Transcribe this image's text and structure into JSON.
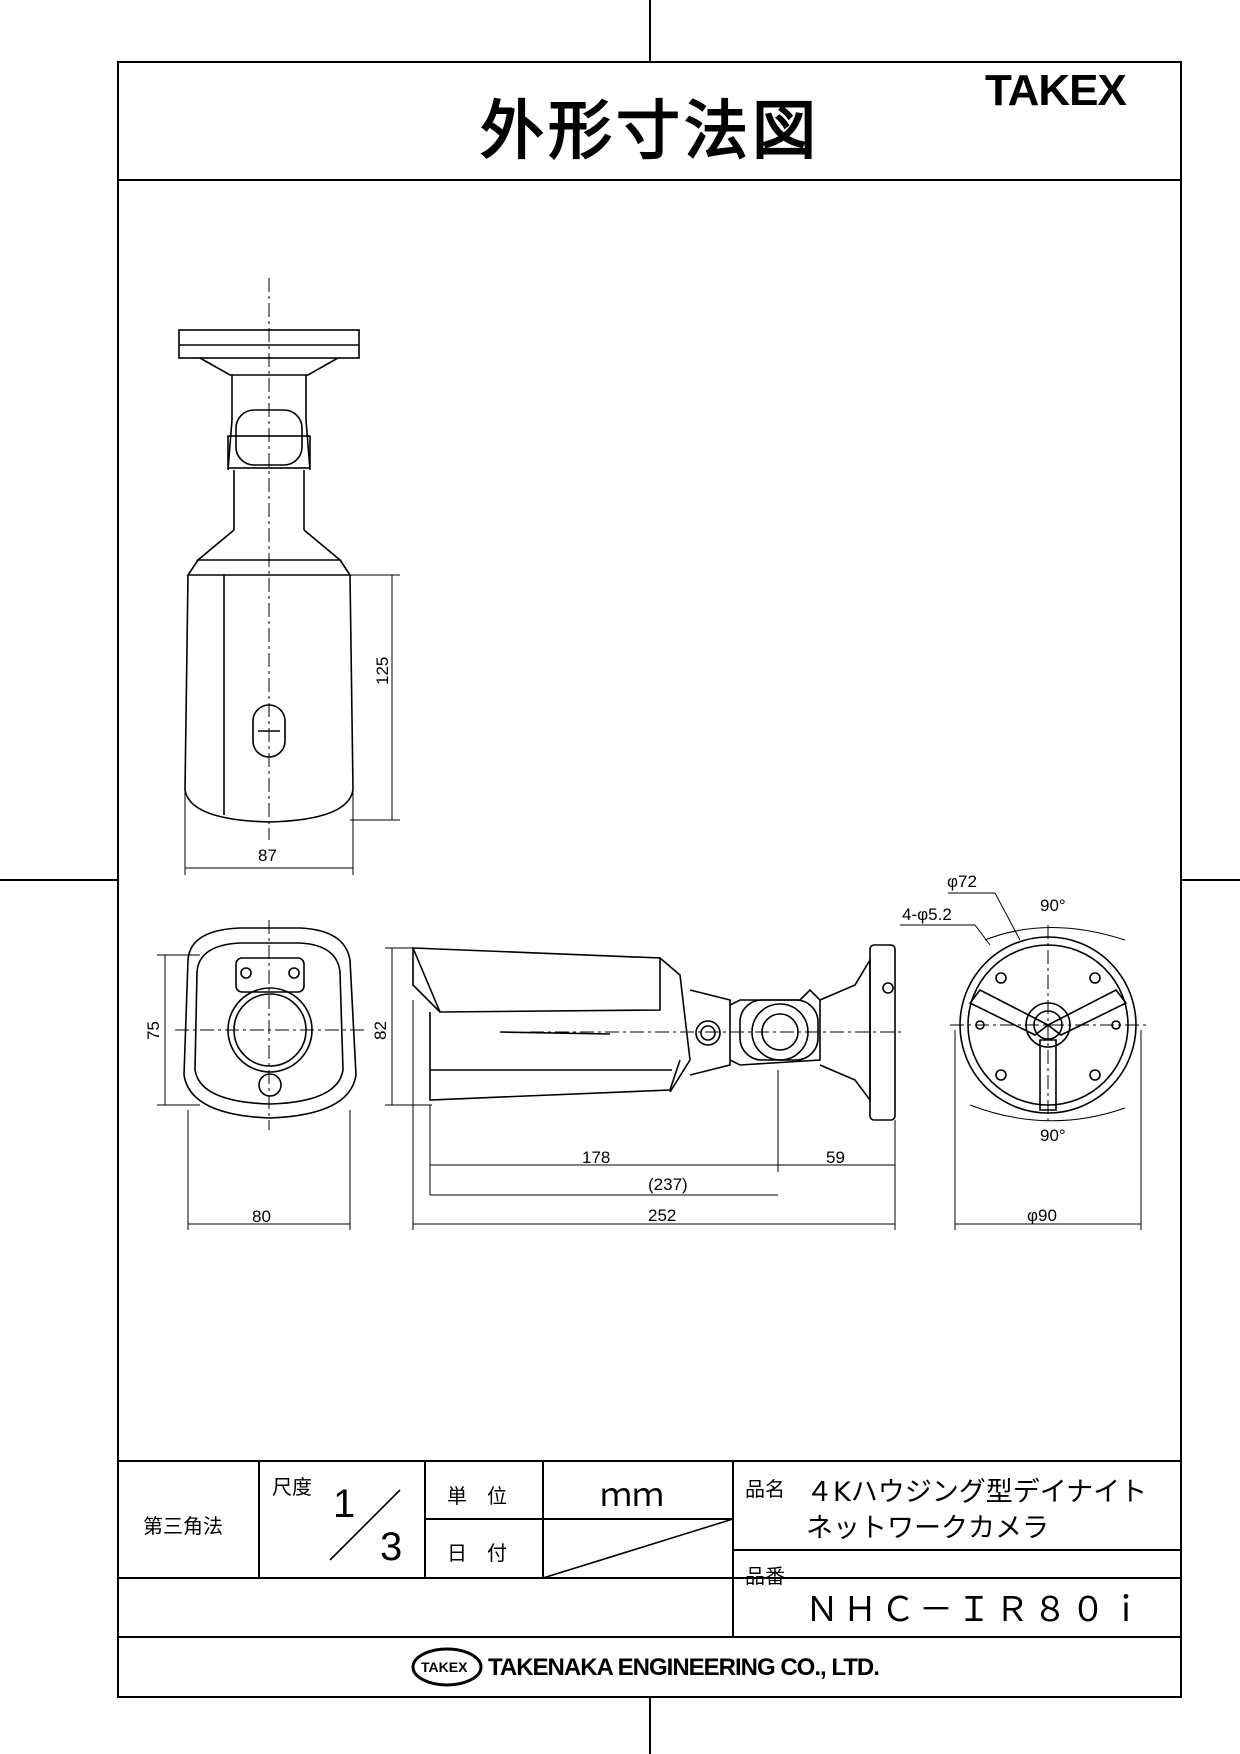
{
  "title": "外形寸法図",
  "brand": "TAKEX",
  "dimensions": {
    "top_height": "125",
    "top_width": "87",
    "front_height": "75",
    "front_width": "80",
    "side_height": "82",
    "side_body": "178",
    "side_bracket": "59",
    "side_ref": "(237)",
    "side_total": "252",
    "mount_pcd": "φ72",
    "mount_holes": "4-φ5.2",
    "angle_top": "90°",
    "angle_bottom": "90°",
    "mount_dia": "φ90"
  },
  "titleblock": {
    "projection": "第三角法",
    "scale_label": "尺度",
    "scale_num": "1",
    "scale_den": "3",
    "unit_label": "単　位",
    "unit_value": "ｍｍ",
    "date_label": "日　付",
    "name_label": "品名",
    "name_line1": "４Kハウジング型デイナイト",
    "name_line2": "ネットワークカメラ",
    "part_label": "品番",
    "part_value": "ＮＨＣ－ＩＲ８０ｉ",
    "logo_text": "TAKEX",
    "company": "TAKENAKA ENGINEERING CO., LTD."
  }
}
